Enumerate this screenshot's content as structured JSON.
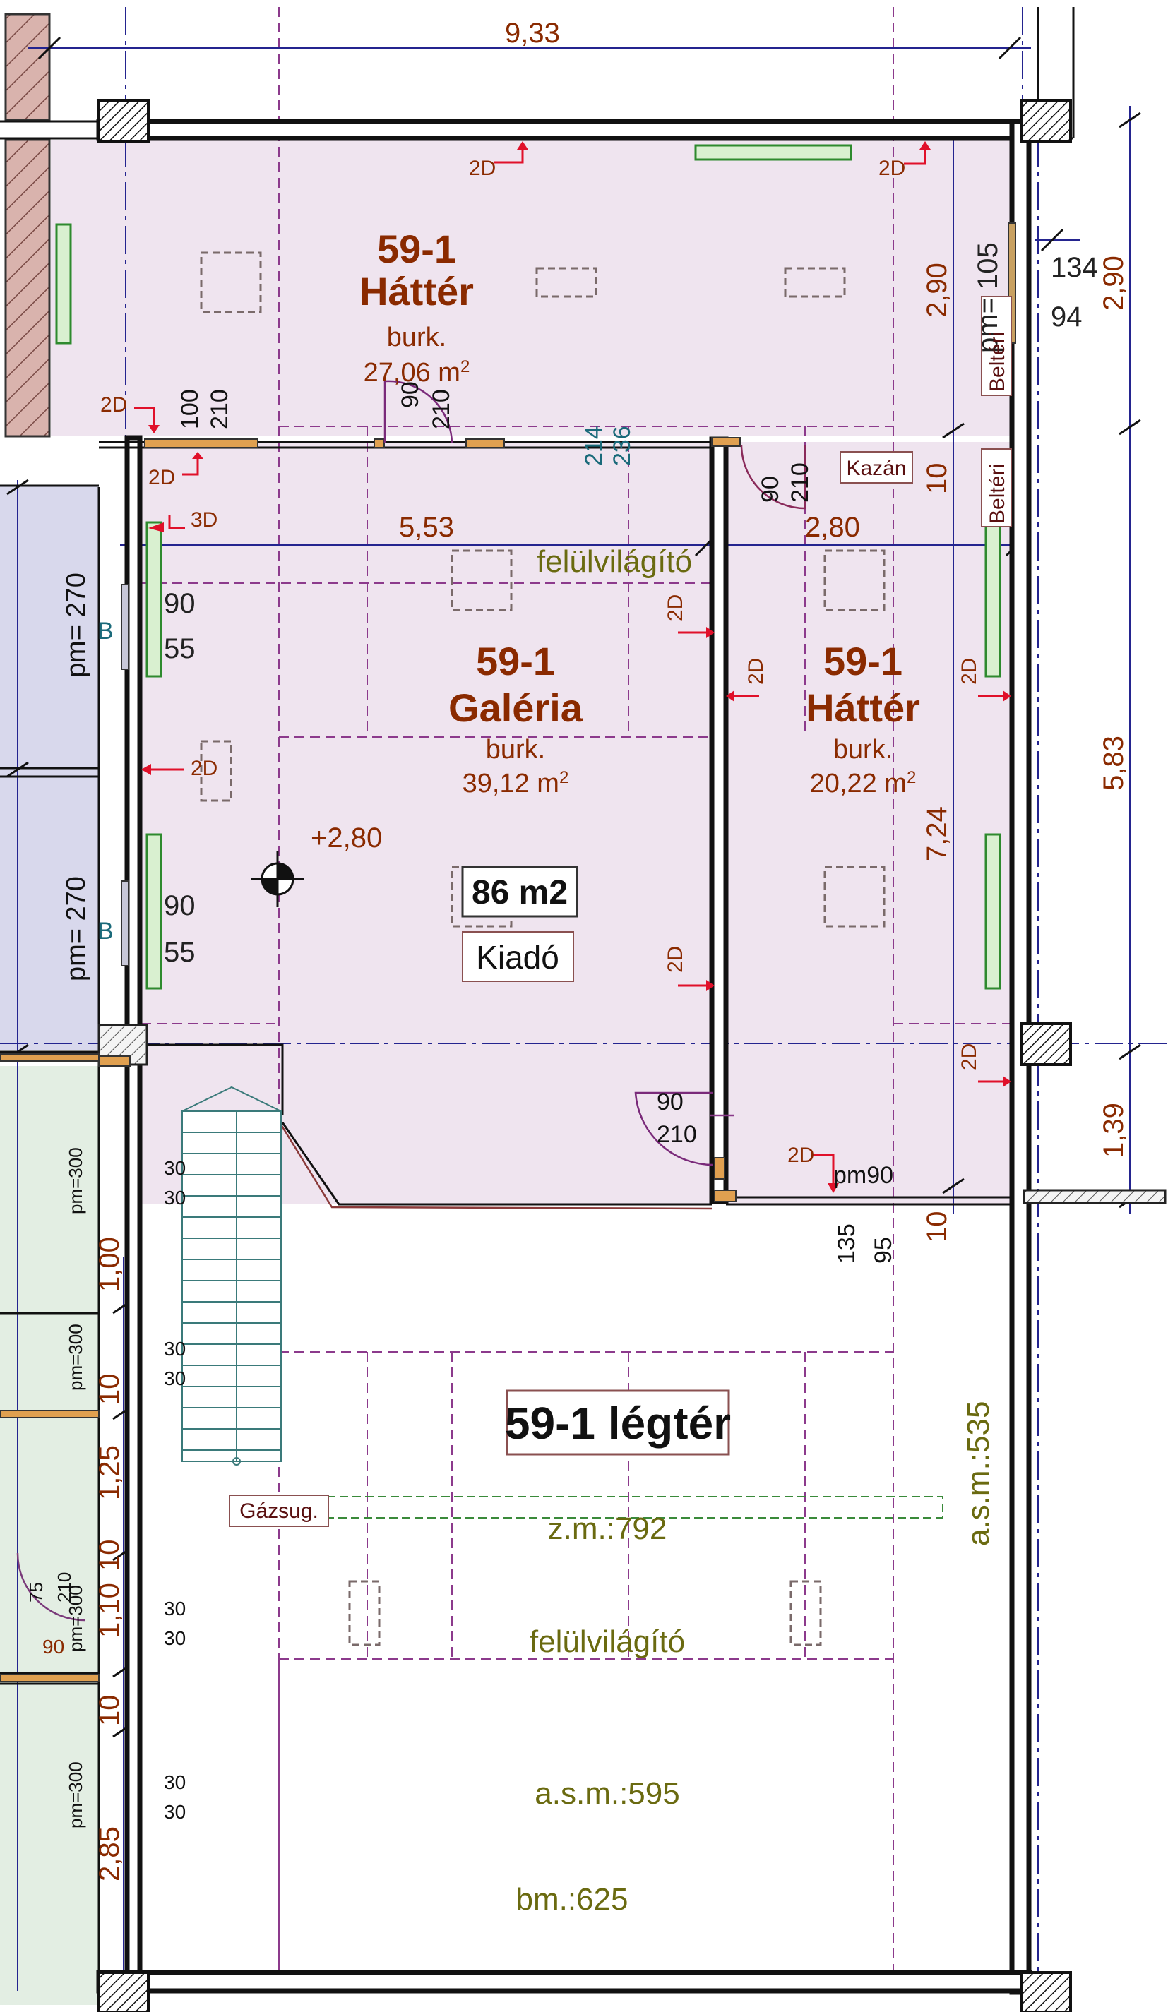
{
  "dimensions": {
    "top_width": "9,33",
    "right_top": "2,90",
    "right_mid": "5,83",
    "right_bot": "1,39",
    "inner_290": "2,90",
    "inner_724": "7,24",
    "inner_10a": "10",
    "inner_10b": "10",
    "left_width": "5,53",
    "right_width": "2,80",
    "elevation": "+2,80",
    "win_134": "134",
    "win_94": "94",
    "pm105": "pm= 105",
    "left_dims": [
      "1,00",
      "10",
      "1,25",
      "10",
      "1,10",
      "10",
      "2,85"
    ]
  },
  "rooms": {
    "hatter_top": {
      "code": "59-1",
      "name": "Háttér",
      "burk": "burk.",
      "area": "27,06 m",
      "sup": "2"
    },
    "galeria": {
      "code": "59-1",
      "name": "Galéria",
      "burk": "burk.",
      "area": "39,12 m",
      "sup": "2"
    },
    "hatter_right": {
      "code": "59-1",
      "name": "Háttér",
      "burk": "burk.",
      "area": "20,22 m",
      "sup": "2"
    },
    "total_area": "86 m2",
    "status": "Kiadó",
    "legter": "59-1 légtér"
  },
  "labels": {
    "felulvilagito_top": "felülvilágító",
    "felulvilagito_bot": "felülvilágító",
    "kazan": "Kazán",
    "belteri_a": "Beltéri",
    "belteri_b": "Beltéri",
    "gazsug": "Gázsug.",
    "zm": "z.m.:792",
    "asm535": "a.s.m.:535",
    "asm595": "a.s.m.:595",
    "bm625": "bm.:625"
  },
  "openings": {
    "d_100": "100",
    "d_210a": "210",
    "d_90a": "90",
    "d_210b": "210",
    "d_214": "214",
    "d_236": "236",
    "d_90b": "90",
    "d_210c": "210",
    "w_90a": "90",
    "w_55a": "55",
    "w_90b": "90",
    "w_55b": "55",
    "d_90c": "90",
    "d_210d": "210",
    "pm90": "pm90",
    "d_135": "135",
    "d_95": "95",
    "pm270a": "pm= 270",
    "pm270b": "pm= 270",
    "pm300a": "pm=300",
    "pm300b": "pm=300",
    "pm300c": "pm=300",
    "pm300d": "pm=300",
    "b_a": "B",
    "b_b": "B",
    "s30": [
      "30",
      "30",
      "30",
      "30",
      "30",
      "30",
      "30",
      "30"
    ],
    "stair_75": "75",
    "stair_210": "210",
    "stair_90": "90"
  },
  "section_marks": [
    "2D",
    "2D",
    "2D",
    "2D",
    "3D",
    "2D",
    "2D",
    "2D",
    "2D",
    "2D",
    "2D",
    "2D"
  ]
}
